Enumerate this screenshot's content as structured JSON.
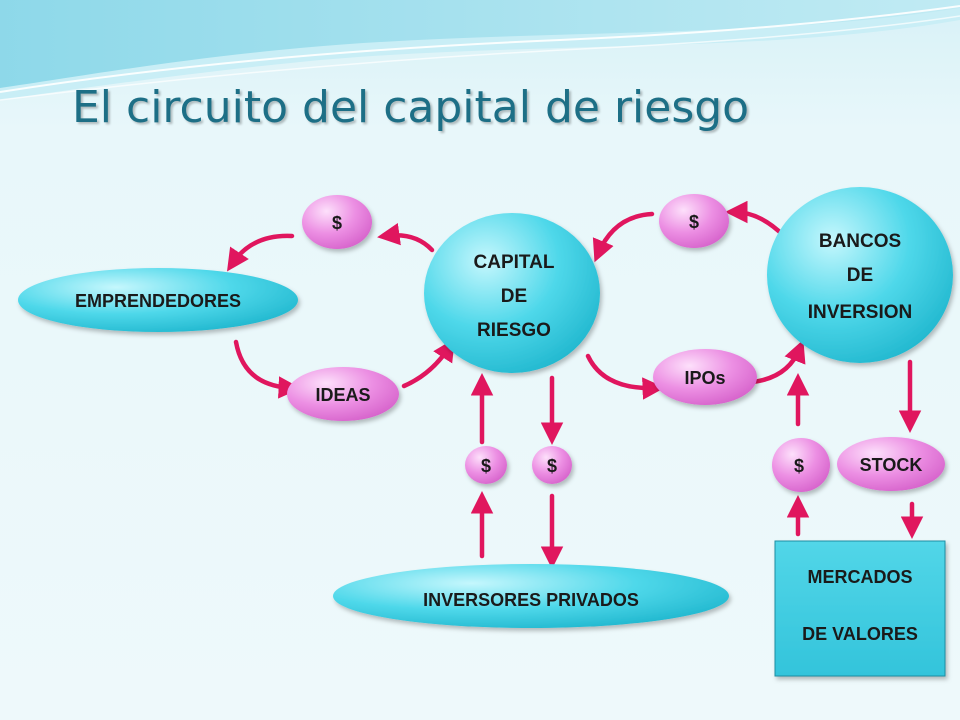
{
  "title": "El circuito del capital de riesgo",
  "colors": {
    "title": "#1d6f86",
    "cyan_node": "#3fd3e6",
    "pink_node": "#e985df",
    "arrow": "#e0165e"
  },
  "nodes": {
    "emprendedores": "EMPRENDEDORES",
    "ideas": "IDEAS",
    "dollar_top_left": "$",
    "capital": {
      "line1": "CAPITAL",
      "line2": "DE",
      "line3": "RIESGO"
    },
    "dollar_top_right": "$",
    "bancos": {
      "line1": "BANCOS",
      "line2": "DE",
      "line3": "INVERSION"
    },
    "ipos": "IPOs",
    "dollar_mid_left": "$",
    "dollar_mid_center": "$",
    "dollar_mid_right": "$",
    "stock": "STOCK",
    "inversores": "INVERSORES PRIVADOS",
    "mercados": {
      "line1": "MERCADOS",
      "line2": "DE VALORES"
    }
  }
}
